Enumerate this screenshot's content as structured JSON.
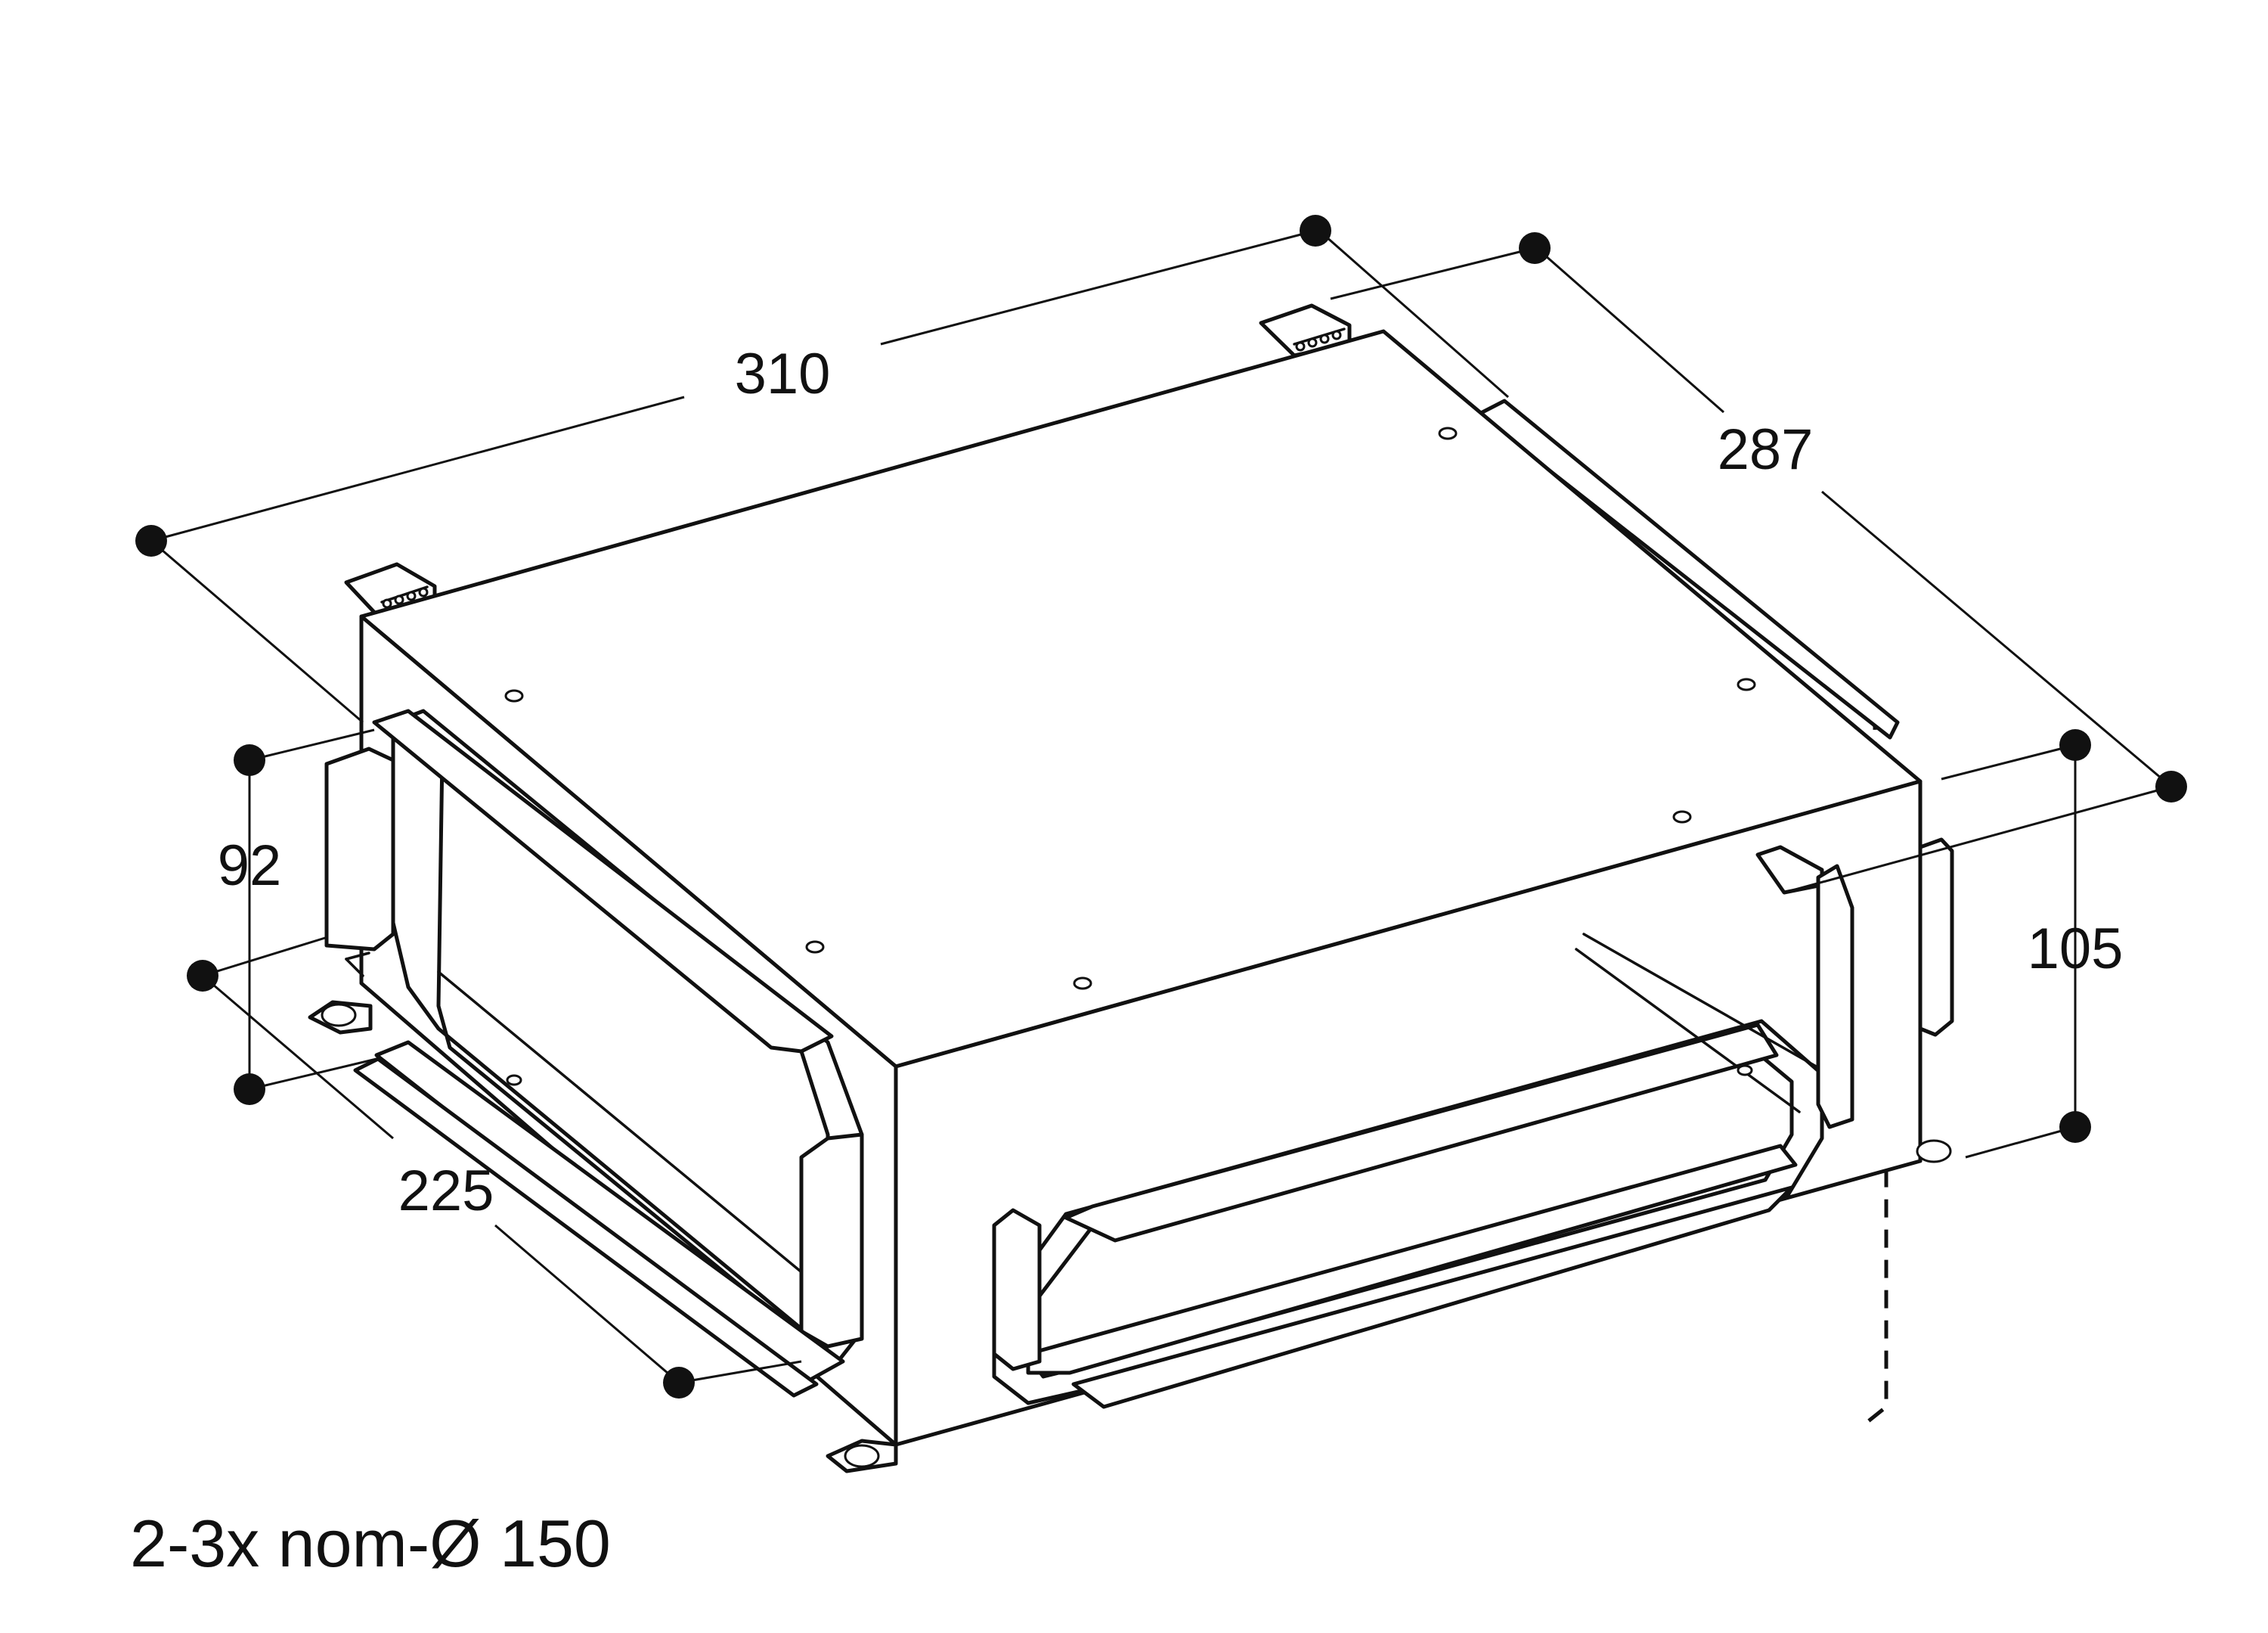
{
  "dimensions": {
    "width": "310",
    "depth": "287",
    "height_left": "92",
    "height_right": "105",
    "depth_left": "225"
  },
  "caption": "2-3x nom-Ø 150",
  "colors": {
    "line": "#111111",
    "background": "#ffffff"
  }
}
